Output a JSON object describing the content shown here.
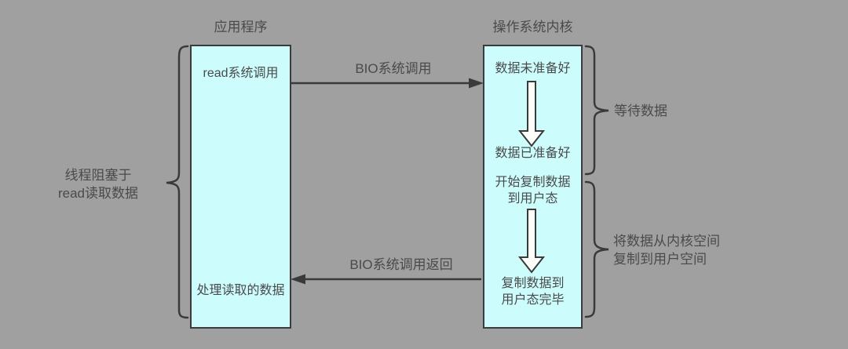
{
  "colors": {
    "background": "#a0a0a0",
    "box_fill": "#cdfcfd",
    "line": "#3a3a3a",
    "text": "#4a4a4a",
    "big_arrow_fill": "#fdfdfa"
  },
  "columns": {
    "application_title": "应用程序",
    "kernel_title": "操作系统内核"
  },
  "application_box": {
    "top_text": "read系统调用",
    "bottom_text": "处理读取的数据"
  },
  "kernel_box": {
    "step_not_ready": "数据未准备好",
    "step_ready": "数据已准备好",
    "step_start_copy": "开始复制数据\n到用户态",
    "step_copy_done": "复制数据到\n用户态完毕",
    "wait_arrow_icon": "thick-down-arrow",
    "copy_arrow_icon": "thick-down-arrow"
  },
  "arrows": {
    "call_label": "BIO系统调用",
    "return_label": "BIO系统调用返回"
  },
  "annotations": {
    "thread_blocked": "线程阻塞于\nread读取数据",
    "wait_data": "等待数据",
    "copy_kernel_to_user": "将数据从内核空间\n复制到用户空间"
  }
}
